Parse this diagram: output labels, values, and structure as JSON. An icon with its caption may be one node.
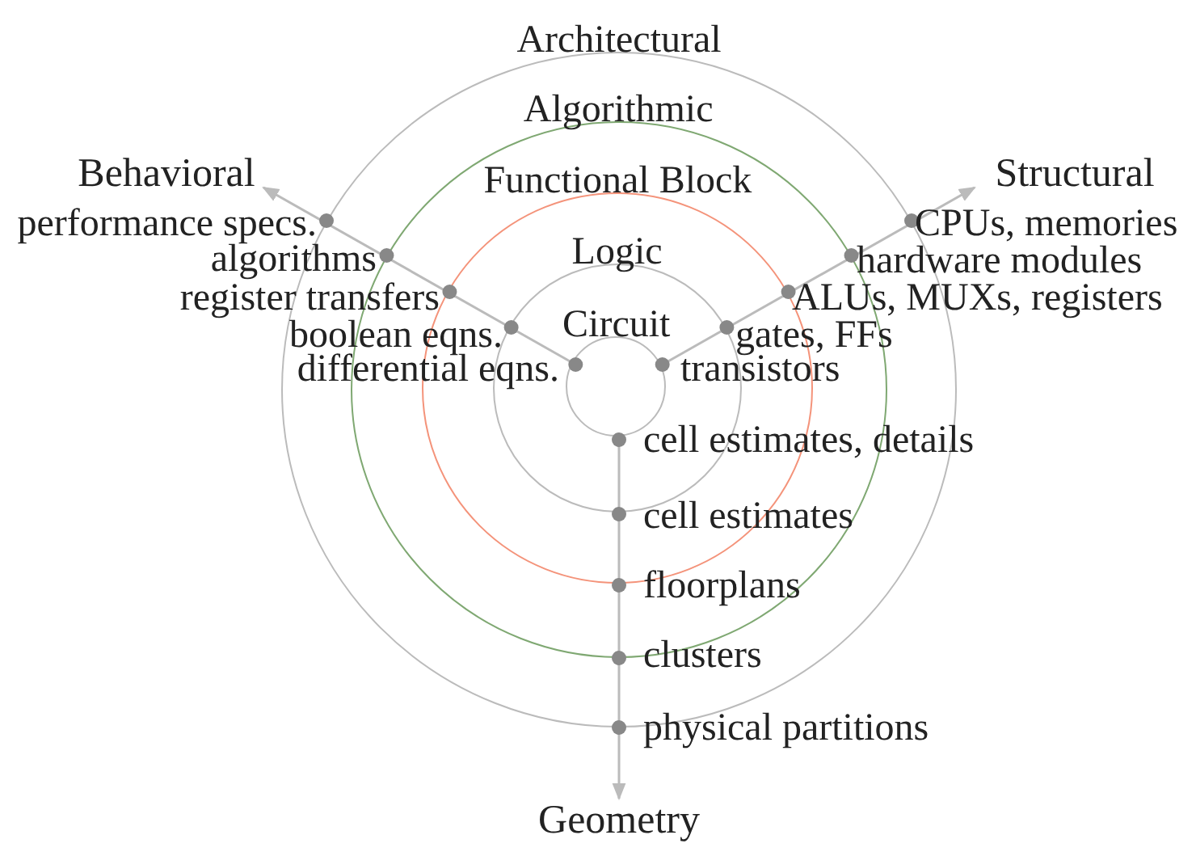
{
  "diagram": {
    "nodes": [
      {
        "text": [
          "Architectural"
        ]
      },
      {
        "text": [
          "Algorithmic"
        ],
        "in": 0
      },
      {
        "text": [
          "Functional Block"
        ],
        "in": 1
      },
      {
        "text": [
          "Logic"
        ],
        "in": 2
      },
      {
        "text": [
          "Circuit"
        ],
        "in": 3
      },
      {
        "text": [
          "Behavioral"
        ]
      },
      {
        "text": [
          "Structural"
        ]
      },
      {
        "text": [
          "Geometry"
        ]
      }
    ],
    "edges": [
      {
        "from": 4,
        "to": 5,
        "arrow": "to"
      },
      {
        "from": 4,
        "to": 6,
        "arrow": "to"
      },
      {
        "from": 4,
        "to": 7,
        "arrow": "to"
      }
    ],
    "labels": [
      "performance specs.",
      "CPUs, memories",
      "algorithms",
      "hardware modules",
      "register transfers",
      "ALUs, MUXs, registers",
      "boolean eqns.",
      "gates, FFs",
      "differential eqns.",
      "transistors",
      "cell estimates, details",
      "cell estimates",
      "floorplans",
      "clusters",
      "physical partitions"
    ]
  }
}
